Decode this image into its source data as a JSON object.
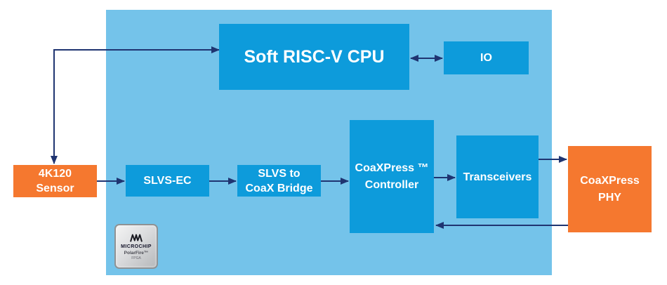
{
  "colors": {
    "canvas": "#ffffff",
    "fpga_bg": "#74C3EA",
    "block": "#0D9BDB",
    "orange": "#F5782F",
    "arrow": "#1F3471",
    "block_text": "#ffffff"
  },
  "blocks": {
    "cpu": {
      "label": "Soft RISC-V CPU"
    },
    "io": {
      "label": "IO"
    },
    "sensor": {
      "line1": "4K120",
      "line2": "Sensor"
    },
    "slvs_ec": {
      "label": "SLVS-EC"
    },
    "bridge": {
      "line1": "SLVS to",
      "line2": "CoaX Bridge"
    },
    "controller": {
      "line1": "CoaXPress ™",
      "line2": "Controller"
    },
    "transceivers": {
      "label": "Transceivers"
    },
    "phy": {
      "line1": "CoaXPress",
      "line2": "PHY"
    }
  },
  "chip_badge": {
    "brand": "MICROCHIP",
    "product": "PolarFire™",
    "family": "FPGA"
  }
}
